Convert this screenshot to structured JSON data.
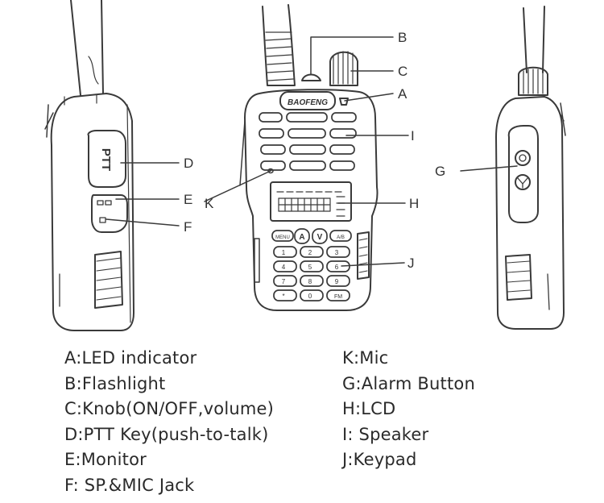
{
  "callouts": {
    "a": "A",
    "b": "B",
    "c": "C",
    "d": "D",
    "e": "E",
    "f": "F",
    "g": "G",
    "h": "H",
    "i": "I",
    "j": "J",
    "k": "K"
  },
  "radio": {
    "brand": "BAOFENG",
    "ptt_label": "PTT",
    "menu_key": "MENU",
    "up_key": "A",
    "down_key": "V",
    "ab_key": "A/B",
    "keys": [
      "1",
      "2",
      "3",
      "4",
      "5",
      "6",
      "7",
      "8",
      "9",
      "*",
      "0",
      "FM"
    ]
  },
  "legend": {
    "left": [
      "A:LED indicator",
      "B:Flashlight",
      "C:Knob(ON/OFF,volume)",
      "D:PTT Key(push-to-talk)",
      "E:Monitor",
      "F: SP.&MIC Jack"
    ],
    "right": [
      "K:Mic",
      "G:Alarm Button",
      "H:LCD",
      "I: Speaker",
      "J:Keypad"
    ]
  }
}
